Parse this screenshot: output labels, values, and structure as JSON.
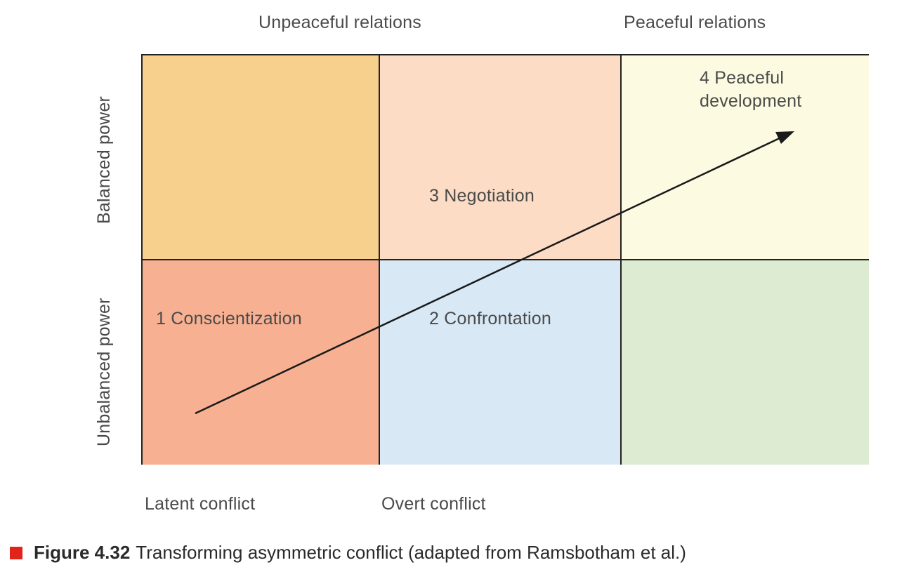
{
  "top_labels": {
    "left": "Unpeaceful relations",
    "right": "Peaceful relations"
  },
  "side_labels": {
    "top": "Balanced power",
    "bottom": "Unbalanced power"
  },
  "bottom_labels": {
    "left": "Latent conflict",
    "middle": "Overt conflict"
  },
  "cells": {
    "top_left": {
      "label": "",
      "color": "#f7d08e"
    },
    "top_middle": {
      "label": "3 Negotiation",
      "color": "#fcdcc4"
    },
    "top_right": {
      "label_line1": "4 Peaceful",
      "label_line2": "development",
      "color": "#fcfbe1"
    },
    "bottom_left": {
      "label": "1 Conscientization",
      "color": "#f7b091"
    },
    "bottom_middle": {
      "label": "2 Confrontation",
      "color": "#d8e8f5"
    },
    "bottom_right": {
      "label": "",
      "color": "#dcebd2"
    }
  },
  "caption": {
    "marker_color": "#e2231a",
    "number": "Figure 4.32",
    "text": "Transforming asymmetric conflict (adapted from Ramsbotham et al.)"
  }
}
